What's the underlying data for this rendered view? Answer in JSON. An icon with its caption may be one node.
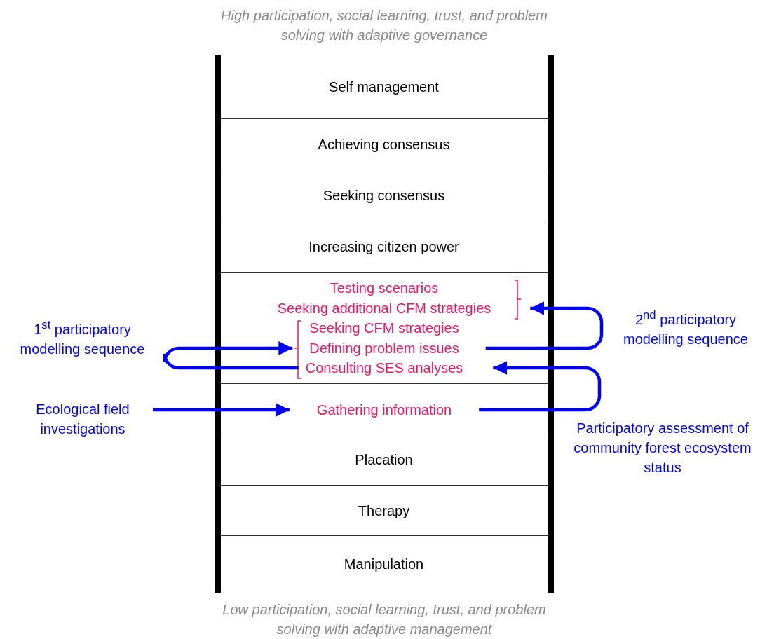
{
  "diagram": {
    "nodes": [
      {
        "text": [
          "Self management"
        ]
      },
      {
        "text": [
          "Achieving consensus"
        ]
      },
      {
        "text": [
          "Seeking consensus"
        ]
      },
      {
        "text": [
          "Increasing citizen power"
        ]
      },
      {
        "text": [],
        "shape": "box"
      },
      {
        "text": [
          "Testing scenarios"
        ],
        "in": 4
      },
      {
        "text": [
          "Seeking additional CFM strategies"
        ],
        "in": 4
      },
      {
        "text": [
          "Seeking CFM strategies"
        ],
        "in": 4
      },
      {
        "text": [
          "Defining problem issues"
        ],
        "in": 4
      },
      {
        "text": [
          "Consulting SES analyses"
        ],
        "in": 4
      },
      {
        "text": [],
        "shape": "box"
      },
      {
        "text": [
          "Gathering information"
        ],
        "in": 10
      },
      {
        "text": [
          "Placation"
        ]
      },
      {
        "text": [
          "Therapy"
        ]
      },
      {
        "text": [
          "Manipulation"
        ]
      },
      {
        "text": [
          "Ecological field investigations"
        ]
      }
    ],
    "edges": [
      {
        "from": 15,
        "to": 11,
        "arrow": "to"
      },
      {
        "from": 11,
        "to": 9,
        "arrow": "to"
      },
      {
        "from": 9,
        "to": 8,
        "arrow": "to"
      },
      {
        "from": 8,
        "to": 6,
        "arrow": "to"
      }
    ],
    "labels": [
      "High participation, social learning, trust, and problem solving with adaptive governance",
      "1$^{st}$ participatory modelling sequence",
      "2$^{nd}$ participatory modelling sequence",
      "Participatory assessment of community forest ecosystem status",
      "Low participation, social learning, trust, and problem solving with adaptive management"
    ]
  }
}
